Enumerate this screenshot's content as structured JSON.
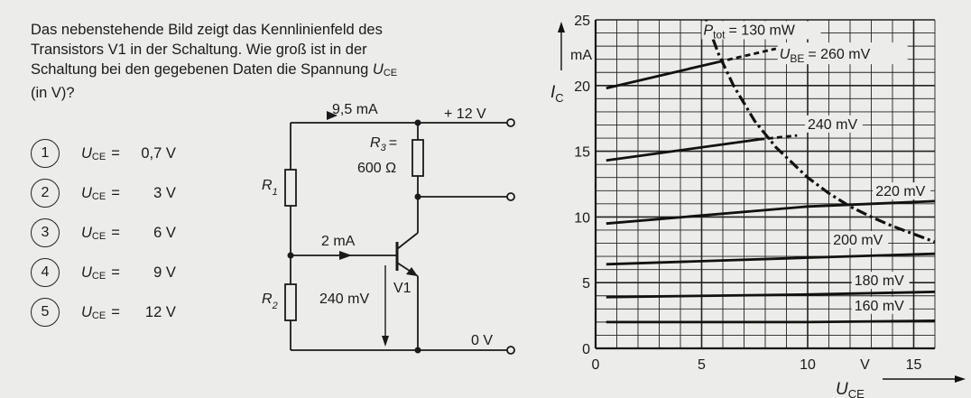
{
  "question": {
    "line1": "Das nebenstehende Bild zeigt das Kennlinienfeld des",
    "line2": "Transistors V1 in der Schaltung. Wie groß ist in der",
    "line3_pre": "Schaltung bei den gegebenen Daten die Spannung",
    "var": "U",
    "var_sub": "CE",
    "line4": "(in V)?"
  },
  "options": [
    {
      "num": "1",
      "var": "U",
      "sub": "CE",
      "eq": "=",
      "value": "0,7 V"
    },
    {
      "num": "2",
      "var": "U",
      "sub": "CE",
      "eq": "=",
      "value": "3 V"
    },
    {
      "num": "3",
      "var": "U",
      "sub": "CE",
      "eq": "=",
      "value": "6 V"
    },
    {
      "num": "4",
      "var": "U",
      "sub": "CE",
      "eq": "=",
      "value": "9 V"
    },
    {
      "num": "5",
      "var": "U",
      "sub": "CE",
      "eq": "=",
      "value": "12 V"
    }
  ],
  "circuit": {
    "current_top": "9,5 mA",
    "supply": "+ 12 V",
    "r3_name": "R",
    "r3_sub": "3",
    "r3_eq": "=",
    "r3_value": "600 Ω",
    "r1_name": "R",
    "r1_sub": "1",
    "r2_name": "R",
    "r2_sub": "2",
    "base_current": "2 mA",
    "vbe": "240 mV",
    "transistor": "V1",
    "ground": "0 V"
  },
  "chart_data": {
    "type": "line",
    "xlabel_var": "U",
    "xlabel_sub": "CE",
    "x_unit": "V",
    "ylabel_var": "I",
    "ylabel_sub": "C",
    "y_unit": "mA",
    "xlim": [
      0,
      16
    ],
    "ylim": [
      0,
      25
    ],
    "x_ticks": [
      "0",
      "5",
      "10",
      "15"
    ],
    "y_ticks": [
      "0",
      "5",
      "10",
      "15",
      "20",
      "25"
    ],
    "grid": true,
    "series": [
      {
        "name": "260 mV",
        "label_var": "U",
        "label_sub": "BE",
        "label_eq": "=",
        "x": [
          0.5,
          5.8,
          8.5
        ],
        "y": [
          19.8,
          21.8,
          22.8
        ],
        "dashed_from_x": 5.8
      },
      {
        "name": "240 mV",
        "x": [
          0.5,
          7.7,
          9.5
        ],
        "y": [
          14.3,
          15.9,
          16.2
        ],
        "dashed_from_x": 7.7
      },
      {
        "name": "220 mV",
        "x": [
          0.5,
          10,
          16
        ],
        "y": [
          9.5,
          10.8,
          11.2
        ]
      },
      {
        "name": "200 mV",
        "x": [
          0.5,
          10,
          16
        ],
        "y": [
          6.4,
          6.9,
          7.2
        ]
      },
      {
        "name": "180 mV",
        "x": [
          0.5,
          10,
          16
        ],
        "y": [
          3.9,
          4.1,
          4.3
        ]
      },
      {
        "name": "160 mV",
        "x": [
          0.5,
          10,
          16
        ],
        "y": [
          2.0,
          2.0,
          2.1
        ]
      }
    ],
    "hyperbola": {
      "label_var": "P",
      "label_sub": "tot",
      "label_eq": "=",
      "label_value": "130 mW",
      "x": [
        5.2,
        5.8,
        6.5,
        7.5,
        8.5,
        10,
        11,
        12,
        13,
        14,
        15,
        16
      ],
      "y": [
        25,
        22.4,
        20,
        17.3,
        15.3,
        13,
        11.8,
        10.8,
        10,
        9.3,
        8.7,
        8.1
      ]
    }
  }
}
